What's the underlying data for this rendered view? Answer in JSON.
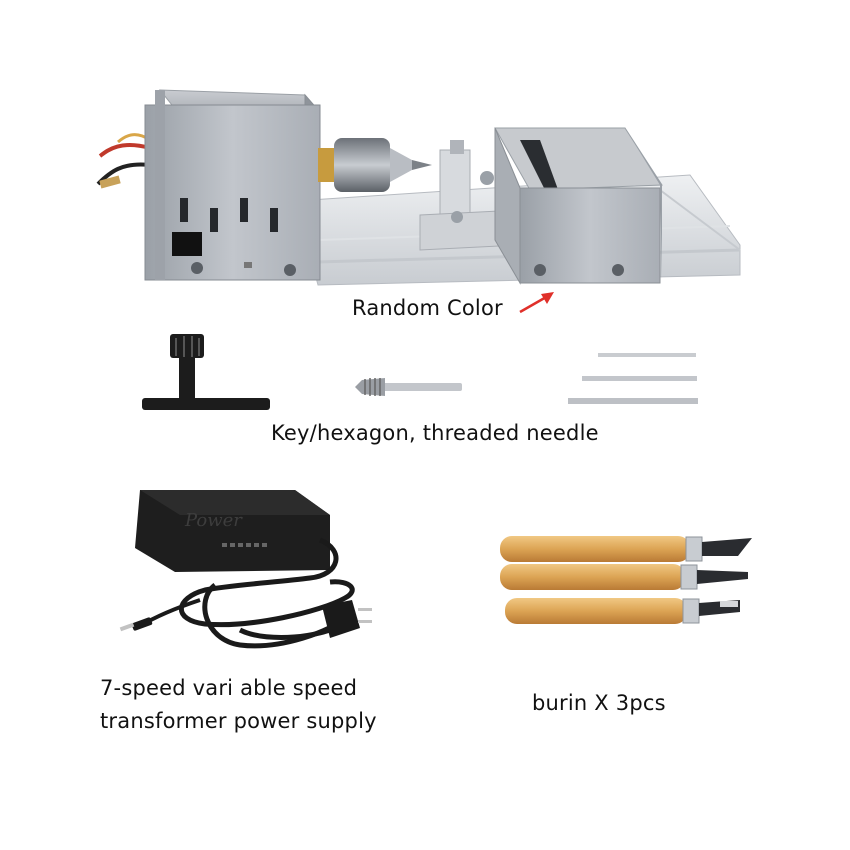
{
  "captions": {
    "random_color": "Random Color",
    "key_needle": "Key/hexagon, threaded needle",
    "power_line_1": "7-speed vari able speed",
    "power_line_2": "transformer power supply",
    "burin": "burin X 3pcs"
  },
  "adapter_brand": "Power",
  "colors": {
    "metal": "#b8bcc2",
    "metal_dark": "#8e939a",
    "rail": "#d6d9dd",
    "arrow": "#e0302a",
    "handle": "#d9a350",
    "black": "#1a1a1a"
  }
}
